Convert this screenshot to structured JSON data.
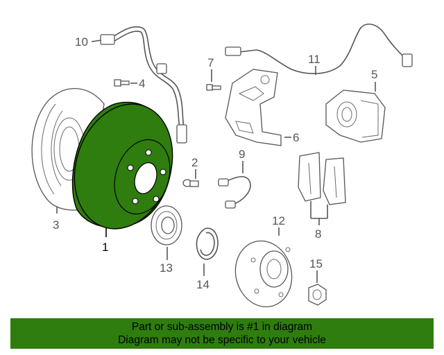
{
  "colors": {
    "highlight_part": "#2e7d0e",
    "footer_background": "#2e7d0e",
    "line_art": "#555555"
  },
  "callouts": [
    "1",
    "2",
    "3",
    "4",
    "5",
    "6",
    "7",
    "8",
    "9",
    "10",
    "11",
    "12",
    "13",
    "14",
    "15"
  ],
  "highlighted_callout": "1",
  "footer": {
    "line1": "Part or sub-assembly is #1 in diagram",
    "line2": "Diagram may not be specific to your vehicle"
  }
}
